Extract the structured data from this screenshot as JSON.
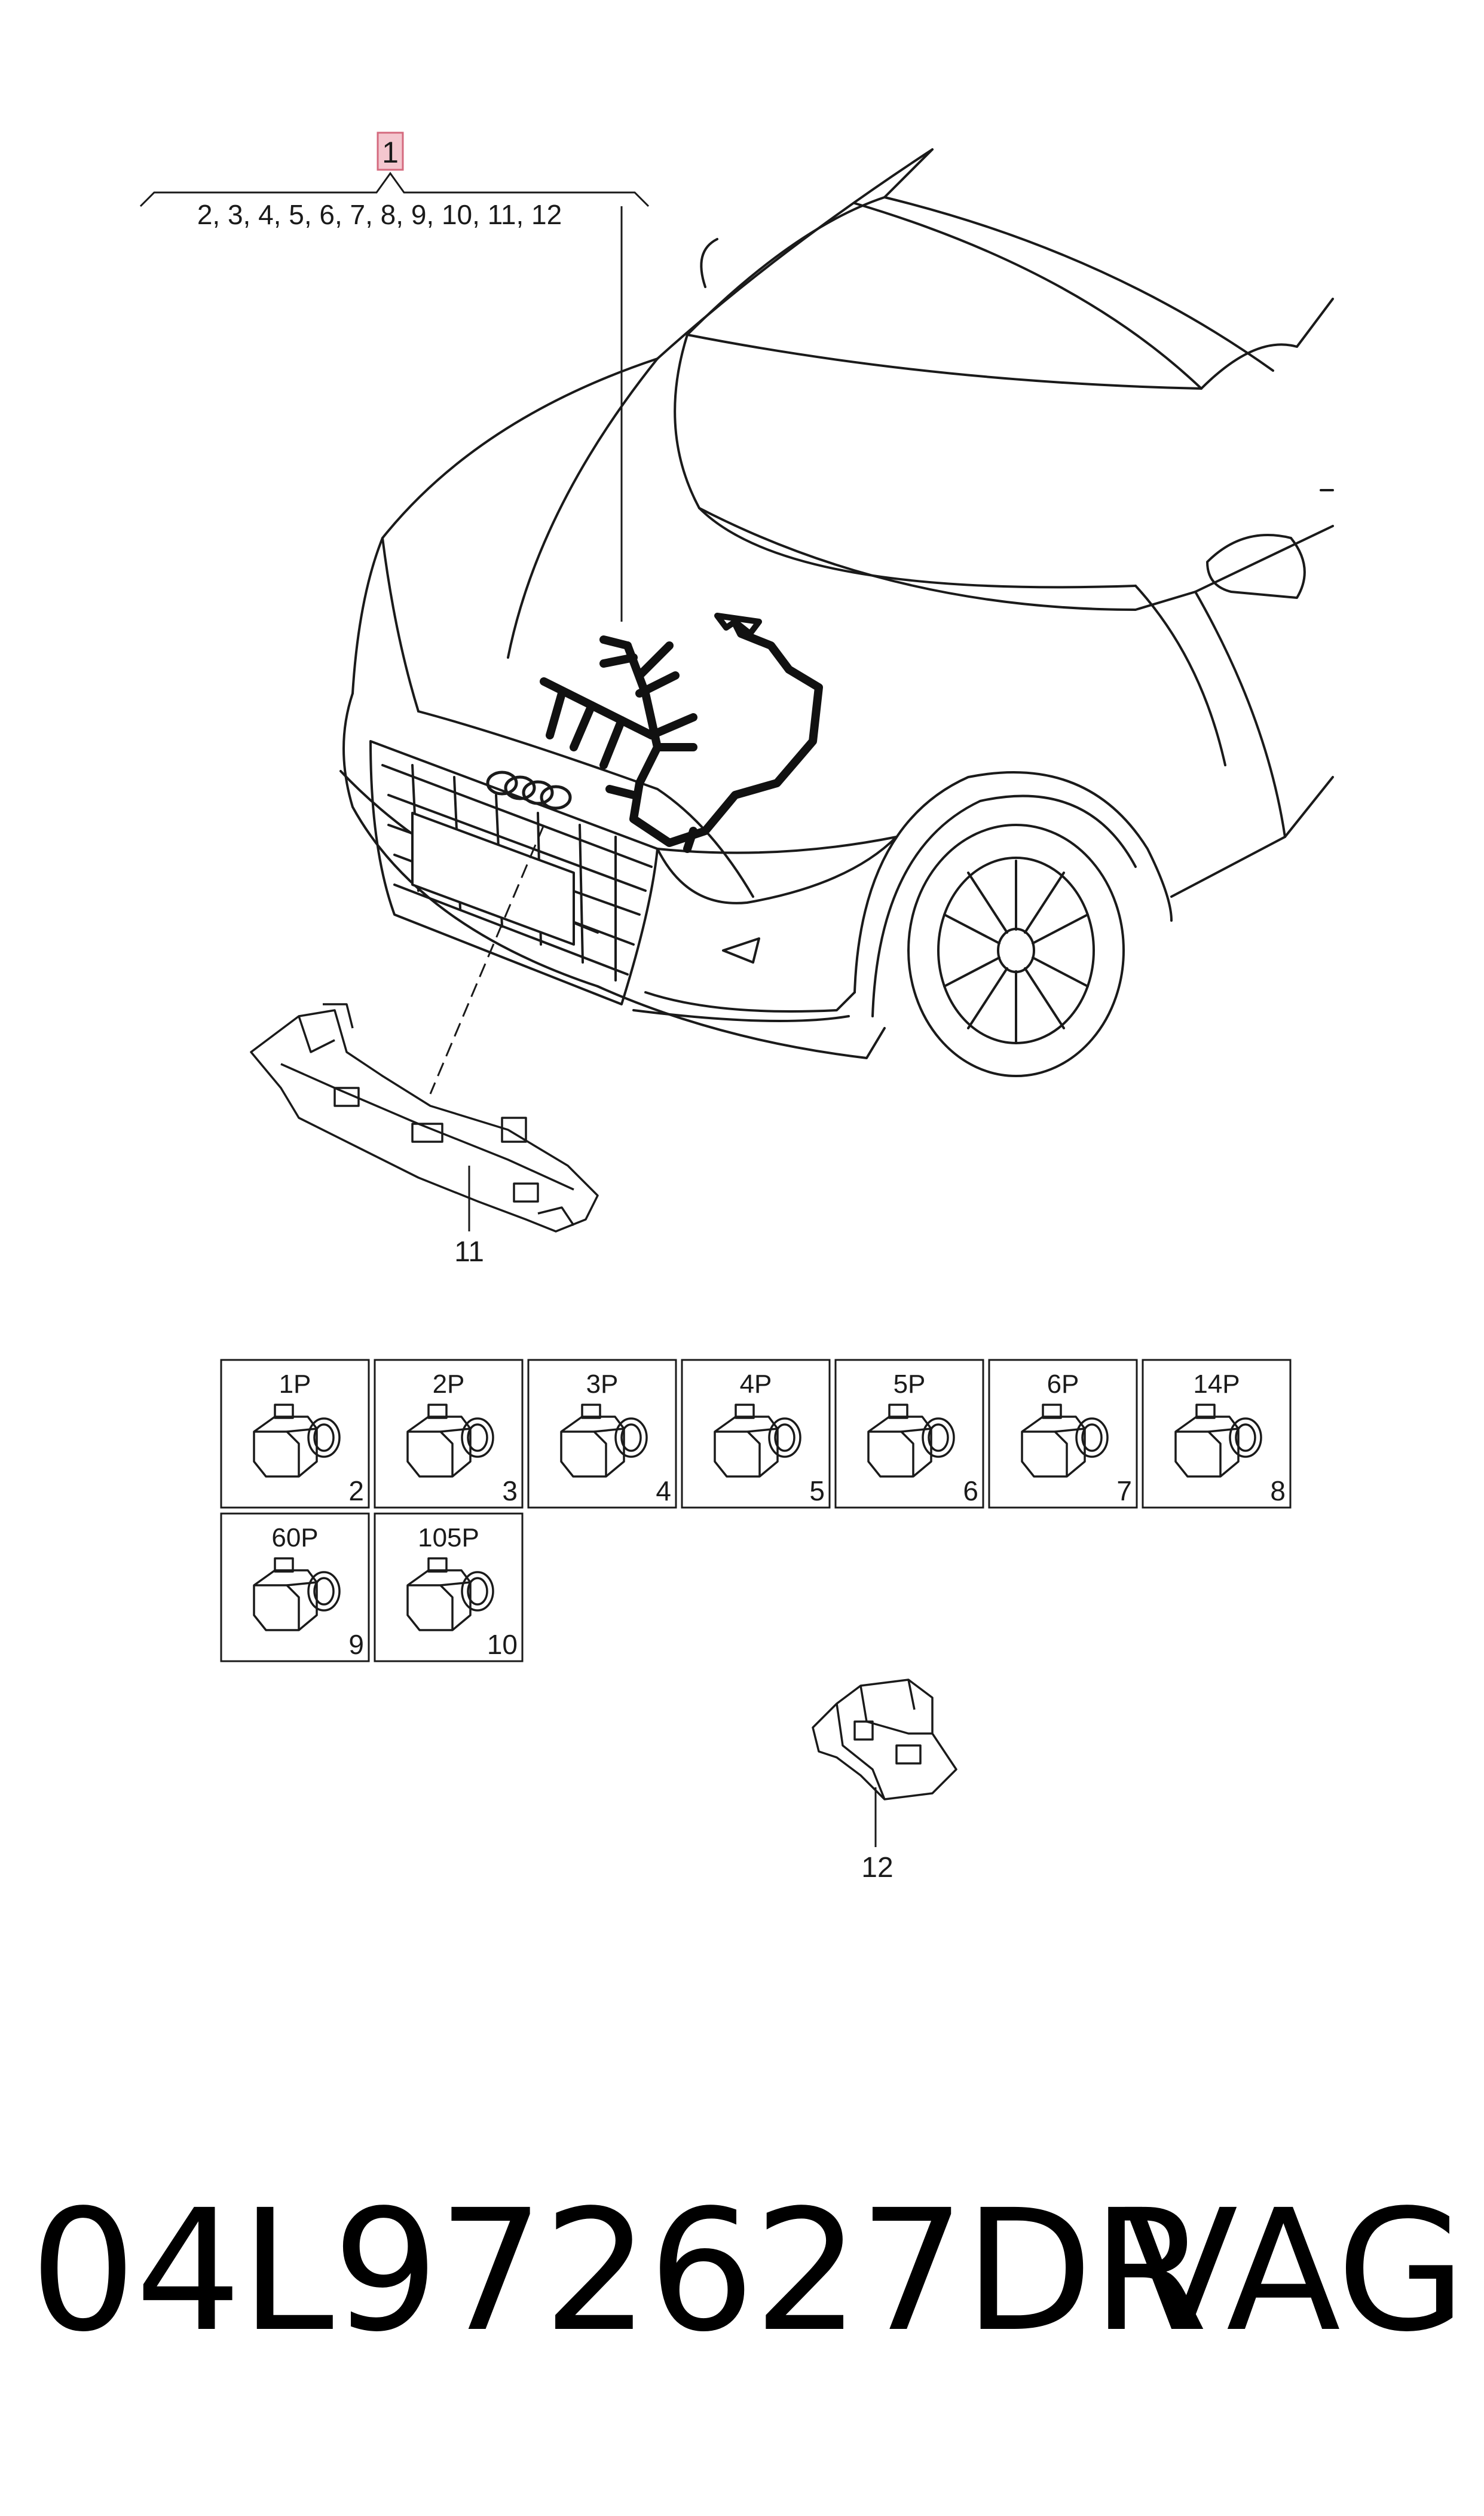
{
  "callout": {
    "main": "1",
    "sub_items": "2, 3, 4, 5, 6, 7, 8, 9, 10, 11, 12"
  },
  "labels": {
    "bracket": "11",
    "clip": "12"
  },
  "connectors": [
    {
      "pins": "1P",
      "number": "2"
    },
    {
      "pins": "2P",
      "number": "3"
    },
    {
      "pins": "3P",
      "number": "4"
    },
    {
      "pins": "4P",
      "number": "5"
    },
    {
      "pins": "5P",
      "number": "6"
    },
    {
      "pins": "6P",
      "number": "7"
    },
    {
      "pins": "14P",
      "number": "8"
    },
    {
      "pins": "60P",
      "number": "9"
    },
    {
      "pins": "105P",
      "number": "10"
    }
  ],
  "part_number": "04L972627DR",
  "brand": "VAG",
  "colors": {
    "highlight": "#f4c7cf",
    "highlight_border": "#d46a7e",
    "line": "#1a1a1a"
  }
}
